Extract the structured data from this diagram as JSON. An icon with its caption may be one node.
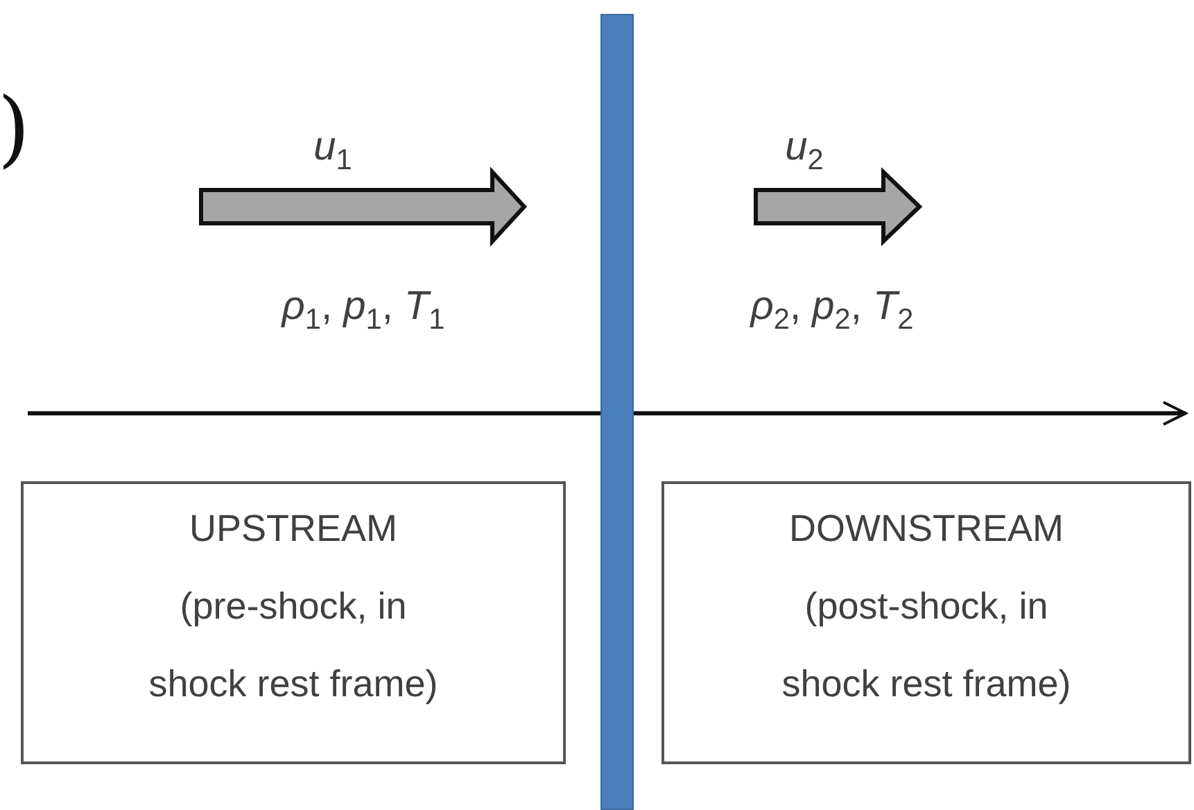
{
  "diagram": {
    "nodes": [
      {
        "text": [],
        "shape": "bar"
      },
      {
        "text": [
          "UPSTREAM",
          "(pre-shock, in shock rest frame)"
        ]
      },
      {
        "text": [
          "DOWNSTREAM",
          "(post-shock, in shock rest frame)"
        ]
      }
    ],
    "labels": [
      ")",
      "*u*$_{1}$",
      "*u*$_{2}$",
      "*ρ*$_{1}$, *p*$_{1}$, *T*$_{1}$",
      "*ρ*$_{2}$, *p*$_{2}$, *T*$_{2}$"
    ]
  }
}
